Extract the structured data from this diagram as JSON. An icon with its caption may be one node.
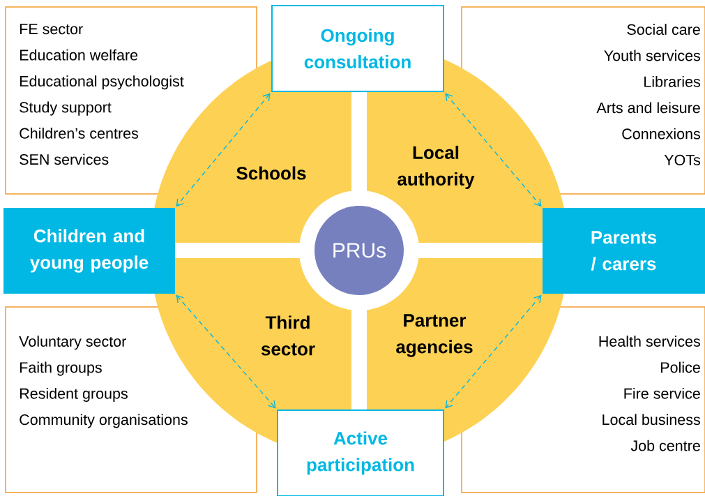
{
  "diagram": {
    "nodes": [
      {
        "text": [
          "FE sector",
          "Education welfare",
          "Educational psychologist",
          "Study support",
          "Children’s centres",
          "SEN services"
        ]
      },
      {
        "text": [
          "Ongoing consultation"
        ]
      },
      {
        "text": [
          "Social care",
          "Youth services",
          "Libraries",
          "Arts and leisure",
          "Connexions",
          "YOTs"
        ]
      },
      {
        "text": [
          "Schools"
        ]
      },
      {
        "text": [
          "Local authority"
        ]
      },
      {
        "text": [
          "Children and young people"
        ]
      },
      {
        "text": [
          "PRUs"
        ]
      },
      {
        "text": [
          "Parents / carers"
        ]
      },
      {
        "text": [
          "Third sector"
        ]
      },
      {
        "text": [
          "Partner agencies"
        ]
      },
      {
        "text": [
          "Voluntary sector",
          "Faith groups",
          "Resident groups",
          "Community organisations"
        ]
      },
      {
        "text": [
          "Active participation"
        ]
      },
      {
        "text": [
          "Health services",
          "Police",
          "Fire service",
          "Local business",
          "Job centre"
        ]
      }
    ],
    "edges": [
      {
        "from": 1,
        "to": 5,
        "arrow": "both",
        "style": "dashed"
      },
      {
        "from": 1,
        "to": 7,
        "arrow": "both",
        "style": "dashed"
      },
      {
        "from": 5,
        "to": 11,
        "arrow": "both",
        "style": "dashed"
      },
      {
        "from": 7,
        "to": 11,
        "arrow": "both",
        "style": "dashed"
      }
    ]
  }
}
